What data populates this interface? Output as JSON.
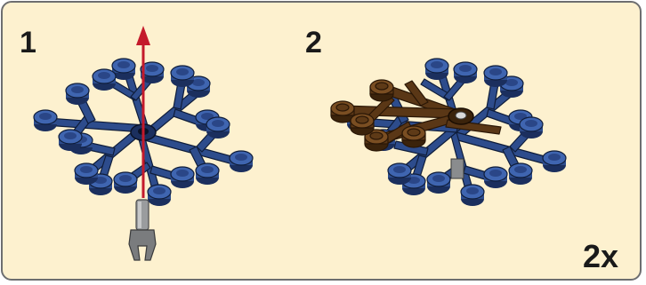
{
  "steps": [
    {
      "number": "1"
    },
    {
      "number": "2"
    }
  ],
  "multiplier": "2x",
  "colors": {
    "panel_background": "#fdf1cf",
    "panel_border": "#6d6e70",
    "snowflake_blue": "#2d4c8c",
    "snowflake_dark_blue": "#1b2f5e",
    "snowflake_brown": "#5a3716",
    "arrow_red": "#c41a2b",
    "pin_gray": "#8a8c8e"
  },
  "icons": {
    "step1_part": "snowflake-piece",
    "step1_arrow": "insert-arrow",
    "step1_pin": "technic-pin-with-clip",
    "step2_blue_part": "snowflake-piece",
    "step2_brown_part": "snowflake-piece-half"
  }
}
